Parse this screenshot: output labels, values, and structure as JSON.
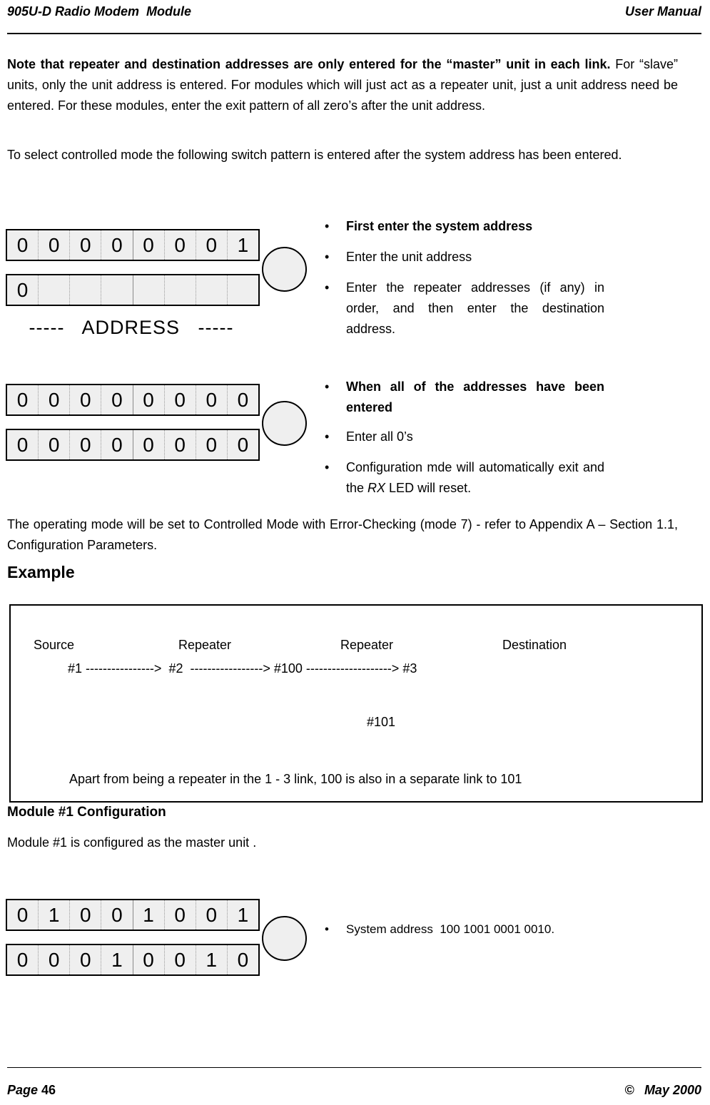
{
  "header": {
    "left": "905U-D Radio Modem  Module",
    "right": "User Manual"
  },
  "paragraphs": {
    "note_bold": "Note that repeater and destination addresses are only entered for the “master” unit in each link.",
    "note_rest": "  For “slave” units,  only the unit address is entered.  For modules which will just act as a repeater unit,  just a unit address need be entered. For these modules,  enter the exit pattern of all zero’s after the unit address.",
    "controlled_mode": "To select controlled mode the following switch pattern is entered after the system address has been entered.",
    "operating_mode": "The operating mode will be set to Controlled Mode with Error-Checking (mode 7)  -  refer to Appendix A – Section 1.1, Configuration Parameters."
  },
  "ui": {
    "bullet": "•"
  },
  "switch_diagram_1": {
    "row1": {
      "cells": [
        "0",
        "0",
        "0",
        "0",
        "0",
        "0",
        "0",
        "1"
      ]
    },
    "row2": {
      "cells": [
        "0",
        "",
        "",
        "",
        "",
        "",
        "",
        ""
      ]
    },
    "address_label": "-----   ADDRESS   -----",
    "bullets": {
      "b1": "First enter the system address",
      "b2": "Enter the unit address",
      "b3": "Enter the repeater addresses (if any) in order,  and then enter the destination address."
    }
  },
  "switch_diagram_2": {
    "row1": {
      "cells": [
        "0",
        "0",
        "0",
        "0",
        "0",
        "0",
        "0",
        "0"
      ]
    },
    "row2": {
      "cells": [
        "0",
        "0",
        "0",
        "0",
        "0",
        "0",
        "0",
        "0"
      ]
    },
    "bullets": {
      "b1": "When all of the addresses have been entered",
      "b2": "Enter all 0’s",
      "b3_part1": "Configuration mde will automatically exit and the ",
      "b3_rx": "RX",
      "b3_part2": " LED will reset."
    }
  },
  "example": {
    "heading": "Example",
    "labels": [
      "Source",
      "Repeater",
      "Repeater",
      "Destination"
    ],
    "flow_line": "#1 ---------------->  #2  -----------------> #100 --------------------> #3",
    "branch_node": "#101",
    "note": "Apart from being a repeater in the 1 - 3 link,  100 is also in a separate link to 101"
  },
  "module1": {
    "heading": "Module #1 Configuration",
    "text": "Module #1 is configured as the master unit .",
    "switch": {
      "row1": {
        "cells": [
          "0",
          "1",
          "0",
          "0",
          "1",
          "0",
          "0",
          "1"
        ]
      },
      "row2": {
        "cells": [
          "0",
          "0",
          "0",
          "1",
          "0",
          "0",
          "1",
          "0"
        ]
      }
    },
    "bullet": "System address  100 1001 0001 0010."
  },
  "footer": {
    "page_word": "Page",
    "page_number": "46",
    "copyright": "©",
    "date": "May 2000"
  },
  "colors": {
    "page_bg": "#ffffff",
    "text": "#000000",
    "switch_fill": "#efefef",
    "separator_dotted": "#9a9a9a"
  }
}
